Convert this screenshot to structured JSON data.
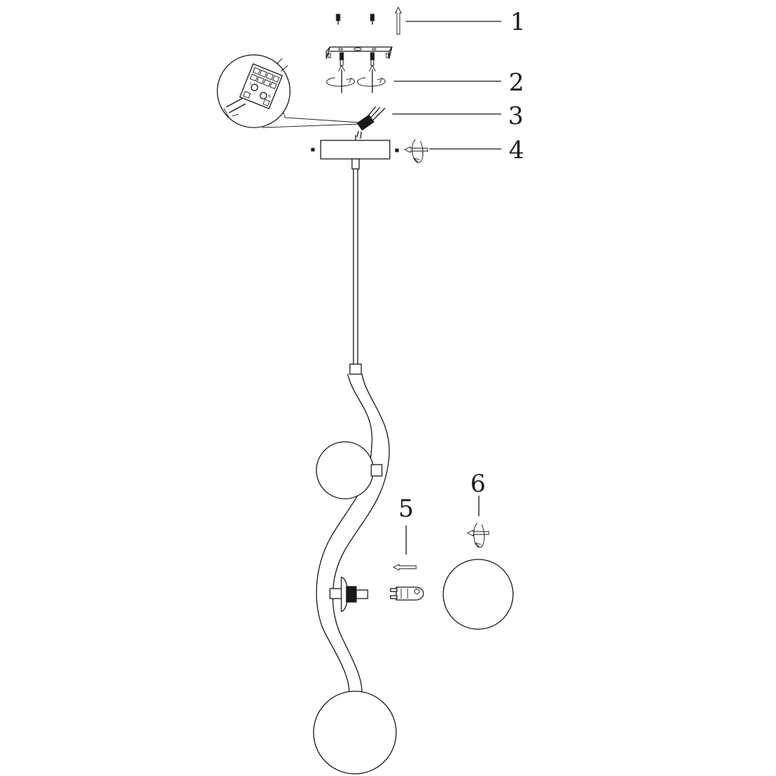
{
  "step_labels": [
    {
      "id": "1",
      "text": "1"
    },
    {
      "id": "2",
      "text": "2"
    },
    {
      "id": "3",
      "text": "3"
    },
    {
      "id": "4",
      "text": "4"
    },
    {
      "id": "5",
      "text": "5"
    },
    {
      "id": "6",
      "text": "6"
    }
  ],
  "connector_terminals": [
    "L",
    "N"
  ],
  "icons": [
    "screw-icon",
    "mounting-bracket",
    "rotate-arrow-icon",
    "wire-connector",
    "ceiling-canopy",
    "g9-bulb",
    "glass-globe"
  ]
}
